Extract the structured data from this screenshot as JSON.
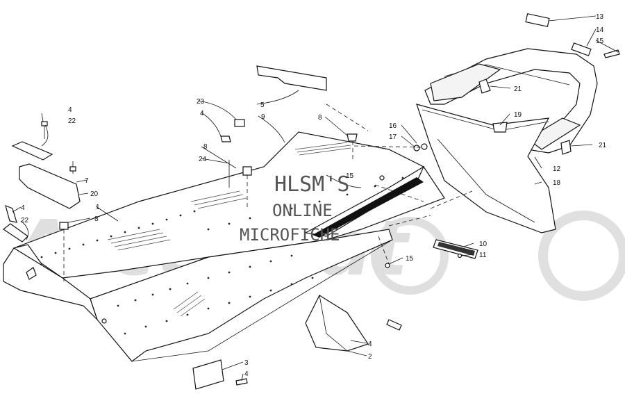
{
  "diagram": {
    "watermark": {
      "line1": "HLSM'S",
      "line2": "ONLINE",
      "line3": "MICROFICHE"
    },
    "callouts": [
      {
        "id": "c1",
        "label": "1"
      },
      {
        "id": "c2",
        "label": "2"
      },
      {
        "id": "c3",
        "label": "3"
      },
      {
        "id": "c4a",
        "label": "4"
      },
      {
        "id": "c4b",
        "label": "4"
      },
      {
        "id": "c4c",
        "label": "4"
      },
      {
        "id": "c4d",
        "label": "4"
      },
      {
        "id": "c4e",
        "label": "4"
      },
      {
        "id": "c5",
        "label": "5"
      },
      {
        "id": "c7",
        "label": "7"
      },
      {
        "id": "c8a",
        "label": "8"
      },
      {
        "id": "c8b",
        "label": "8"
      },
      {
        "id": "c8c",
        "label": "8"
      },
      {
        "id": "c9",
        "label": "9"
      },
      {
        "id": "c10",
        "label": "10"
      },
      {
        "id": "c11",
        "label": "11"
      },
      {
        "id": "c12",
        "label": "12"
      },
      {
        "id": "c13",
        "label": "13"
      },
      {
        "id": "c14",
        "label": "14"
      },
      {
        "id": "c15a",
        "label": "15"
      },
      {
        "id": "c15b",
        "label": "15"
      },
      {
        "id": "c15c",
        "label": "15"
      },
      {
        "id": "c16",
        "label": "16"
      },
      {
        "id": "c17",
        "label": "17"
      },
      {
        "id": "c18",
        "label": "18"
      },
      {
        "id": "c19",
        "label": "19"
      },
      {
        "id": "c20",
        "label": "20"
      },
      {
        "id": "c21a",
        "label": "21"
      },
      {
        "id": "c21b",
        "label": "21"
      },
      {
        "id": "c22a",
        "label": "22"
      },
      {
        "id": "c22b",
        "label": "22"
      },
      {
        "id": "c23",
        "label": "23"
      },
      {
        "id": "c24",
        "label": "24"
      }
    ]
  }
}
